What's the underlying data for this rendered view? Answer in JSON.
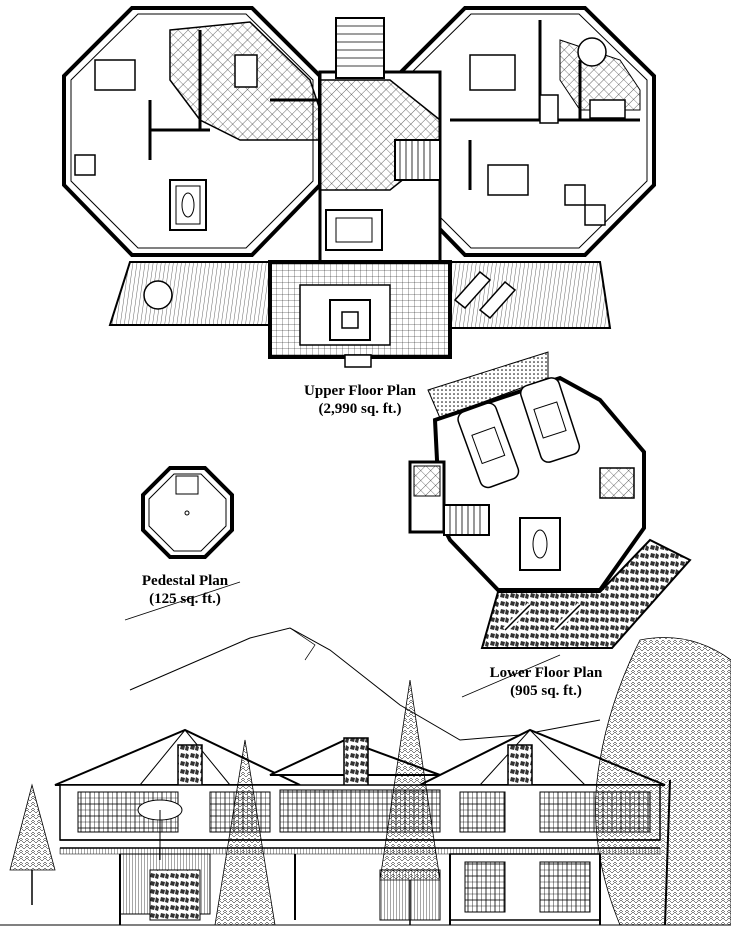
{
  "labels": {
    "upper": {
      "title": "Upper Floor Plan",
      "area": "(2,990 sq. ft.)"
    },
    "pedestal": {
      "title": "Pedestal Plan",
      "area": "(125 sq. ft.)"
    },
    "lower": {
      "title": "Lower Floor Plan",
      "area": "(905 sq. ft.)"
    }
  },
  "colors": {
    "ink": "#000000",
    "paper": "#ffffff",
    "hatch": "#000000"
  }
}
